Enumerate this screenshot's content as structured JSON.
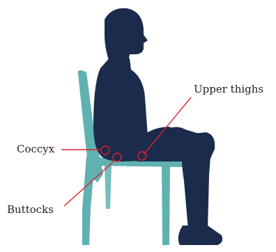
{
  "diagram": {
    "labels": {
      "upper_thighs": "Upper thighs",
      "coccyx": "Coccyx",
      "buttocks": "Buttocks"
    },
    "colors": {
      "figure": "#1b2b4b",
      "chair": "#5fb2b1",
      "callout_line": "#e0202e",
      "label_text": "#1f1f1f",
      "background": "#ffffff"
    }
  }
}
